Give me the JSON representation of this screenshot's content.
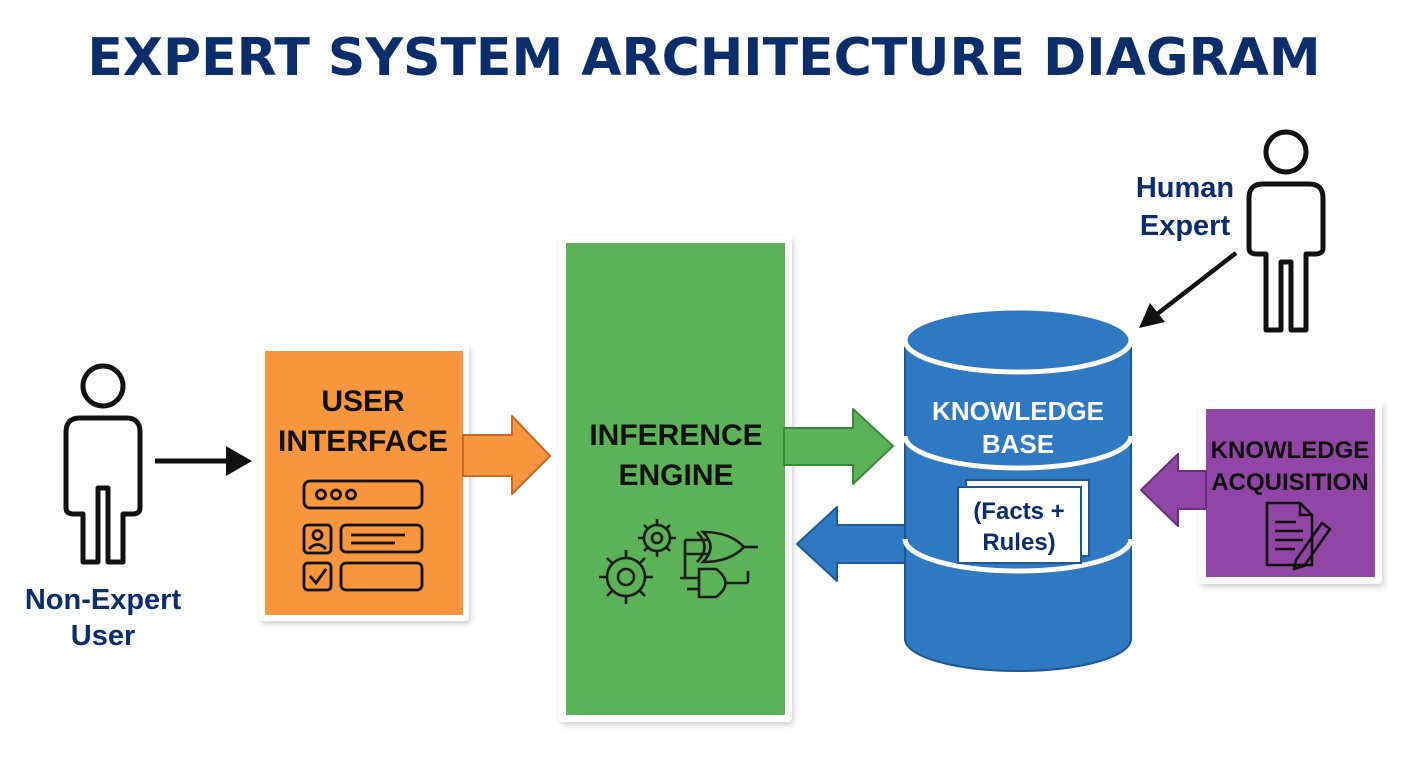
{
  "title": "EXPERT SYSTEM ARCHITECTURE DIAGRAM",
  "colors": {
    "title": "#0b2e6b",
    "user_interface": "#f7963d",
    "inference_engine": "#5cb257",
    "knowledge_base": "#2f78c2",
    "knowledge_acquisition": "#9146a5",
    "person_label": "#0b2e6b"
  },
  "nodes": {
    "non_expert_user": {
      "label_line1": "Non-Expert",
      "label_line2": "User",
      "icon": "person-icon"
    },
    "user_interface": {
      "label_line1": "USER",
      "label_line2": "INTERFACE",
      "icon": "form-icon"
    },
    "inference_engine": {
      "label_line1": "INFERENCE",
      "label_line2": "ENGINE",
      "icon": "gears-logic-gates-icon"
    },
    "knowledge_base": {
      "label_line1": "KNOWLEDGE",
      "label_line2": "BASE",
      "note_line1": "(Facts +",
      "note_line2": "Rules)",
      "icon": "database-icon"
    },
    "knowledge_acquisition": {
      "label_line1": "KNOWLEDGE",
      "label_line2": "ACQUISITION",
      "icon": "document-pen-icon"
    },
    "human_expert": {
      "label_line1": "Human",
      "label_line2": "Expert",
      "icon": "person-icon"
    }
  },
  "edges": [
    {
      "from": "non_expert_user",
      "to": "user_interface"
    },
    {
      "from": "user_interface",
      "to": "inference_engine"
    },
    {
      "from": "inference_engine",
      "to": "knowledge_base"
    },
    {
      "from": "knowledge_base",
      "to": "inference_engine"
    },
    {
      "from": "knowledge_acquisition",
      "to": "knowledge_base"
    },
    {
      "from": "human_expert",
      "to": "knowledge_base"
    }
  ]
}
